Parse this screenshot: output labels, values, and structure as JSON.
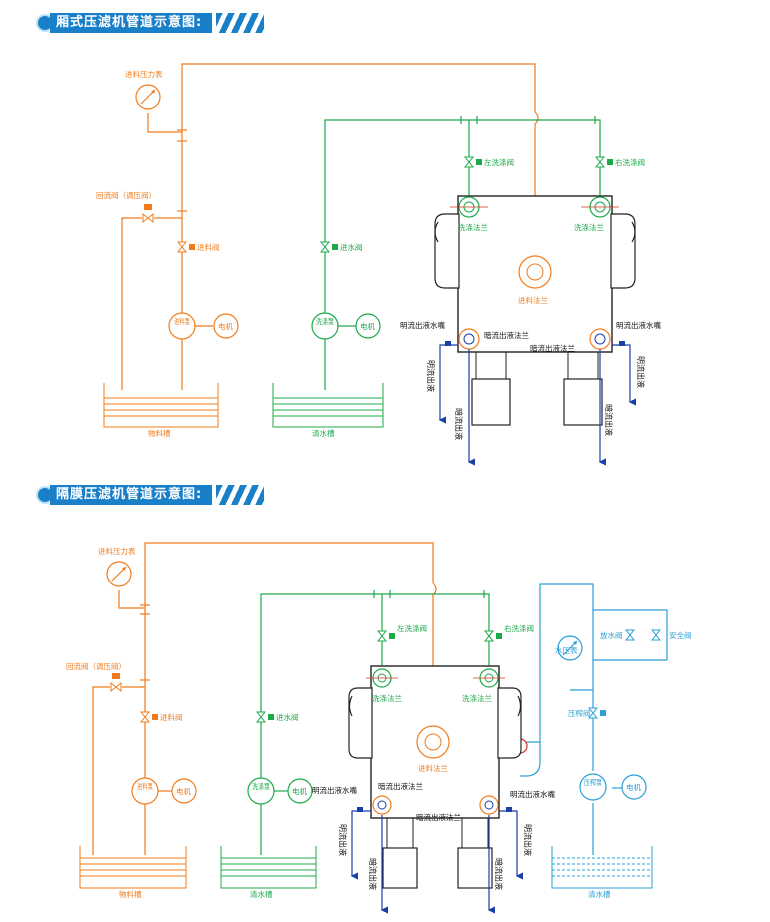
{
  "sections": [
    {
      "title": "厢式压滤机管道示意图:",
      "labels": {
        "feed_gauge": "进料压力表",
        "return_valve": "回流阀（调压阀）",
        "feed_valve": "进料阀",
        "feed_pump": "进料泵",
        "motor1": "电机",
        "wash_pump": "洗涤泵",
        "motor2": "电机",
        "water_inlet_valve": "进水阀",
        "material_tank": "物料槽",
        "clear_water_tank": "清水槽",
        "left_wash_valve": "左洗涤阀",
        "right_wash_valve": "右洗涤阀",
        "left_wash_flange": "洗涤法兰",
        "right_wash_flange": "洗涤法兰",
        "feed_flange": "进料法兰",
        "open_outlet_tap_left": "明流出液水嘴",
        "open_outlet_tap_right": "明流出液水嘴",
        "dark_outlet_flange_left": "暗流出液法兰",
        "dark_outlet_flange_right": "暗流出液法兰",
        "open_outflow_left": "明流出液",
        "open_outflow_right": "明流出液",
        "dark_outflow_left": "暗流出液",
        "dark_outflow_right": "暗流出液"
      }
    },
    {
      "title": "隔膜压滤机管道示意图:",
      "labels": {
        "feed_gauge": "进料压力表",
        "return_valve": "回流阀（调压阀）",
        "feed_valve": "进料阀",
        "feed_pump": "进料泵",
        "motor1": "电机",
        "wash_pump": "洗涤泵",
        "motor2": "电机",
        "water_inlet_valve": "进水阀",
        "material_tank": "物料槽",
        "clear_water_tank": "清水槽",
        "left_wash_valve": "左洗涤阀",
        "right_wash_valve": "右洗涤阀",
        "left_wash_flange": "洗涤法兰",
        "right_wash_flange": "洗涤法兰",
        "feed_flange": "进料法兰",
        "open_outlet_tap_left": "明流出液水嘴",
        "open_outlet_tap_right": "明流出液水嘴",
        "dark_outlet_flange_left": "暗流出液法兰",
        "dark_outlet_flange_right": "暗流出液法兰",
        "open_outflow_left": "明流出液",
        "open_outflow_right": "明流出液",
        "dark_outflow_left": "暗流出液",
        "dark_outflow_right": "暗流出液",
        "water_pressure_gauge": "水压表",
        "drain_valve": "放水阀",
        "safety_valve": "安全阀",
        "press_valve": "压榨阀",
        "press_pump": "压榨泵",
        "motor3": "电机",
        "clear_water_tank2": "清水槽"
      }
    }
  ],
  "colors": {
    "header": "#1a7fc9",
    "feed_line": "#f07c1c",
    "water_line": "#1da84a",
    "press_line": "#2a9fd8",
    "outflow_line": "#1a3fa6"
  }
}
